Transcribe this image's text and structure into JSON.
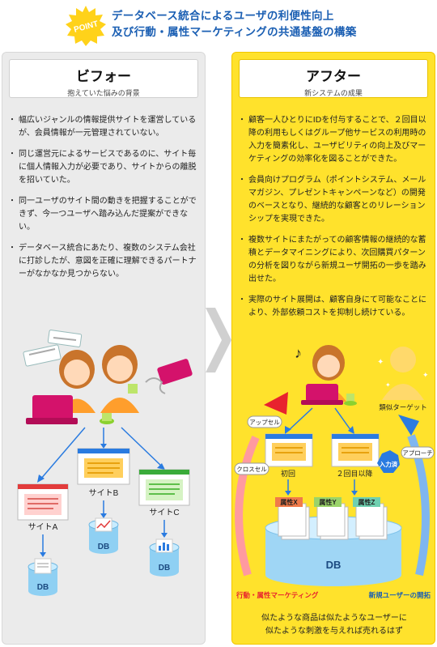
{
  "header": {
    "badge": "POINT",
    "title_line1": "データベース統合によるユーザの利便性向上",
    "title_line2": "及び行動・属性マーケティングの共通基盤の構築"
  },
  "before": {
    "title": "ビフォー",
    "subtitle": "抱えていた悩みの背景",
    "bullets": [
      "幅広いジャンルの情報提供サイトを運営しているが、会員情報が一元管理されていない。",
      "同じ運営元によるサービスであるのに、サイト毎に個人情報入力が必要であり、サイトからの離脱を招いていた。",
      "同一ユーザのサイト間の動きを把握することができず、今一つユーザへ踏み込んだ提案ができない。",
      "データベース統合にあたり、複数のシステム会社に打診したが、意図を正確に理解できるパートナーがなかなか見つからない。"
    ],
    "diagram": {
      "site_a": "サイトA",
      "site_b": "サイトB",
      "site_c": "サイトC",
      "db": "DB"
    }
  },
  "after": {
    "title": "アフター",
    "subtitle": "新システムの成果",
    "bullets": [
      "顧客一人ひとりにIDを付与することで、２回目以降の利用もしくはグループ他サービスの利用時の入力を簡素化し、ユーザビリティの向上及びマーケティングの効率化を図ることができた。",
      "会員向けプログラム（ポイントシステム、メールマガジン、プレゼントキャンペーンなど）の開発のベースとなり、継続的な顧客とのリレーションシップを実現できた。",
      "複数サイトにまたがっての顧客情報の継続的な蓄積とデータマイニングにより、次回購買パターンの分析を図りながら新規ユーザ開拓の一歩を踏み出せた。",
      "実際のサイト展開は、顧客自身にて可能なことにより、外部依頼コストを抑制し続けている。"
    ],
    "diagram": {
      "upsell": "アップセル",
      "cross_sell": "クロスセル",
      "approach": "アプローチ",
      "similar_target": "類似ターゲット",
      "first_time": "初回",
      "second_time": "２回目以降",
      "input_done": "入力済",
      "attr_x": "属性X",
      "attr_y": "属性Y",
      "attr_z": "属性Z",
      "db": "DB",
      "behavior_marketing": "行動・属性マーケティング",
      "new_user_dev": "新規ユーザーの開拓"
    },
    "caption_line1": "似たような商品は似たようなユーザーに",
    "caption_line2": "似たような刺激を与えれば売れるはず"
  },
  "colors": {
    "accent_blue": "#1b5fb3",
    "after_bg": "#ffe22c",
    "before_bg": "#ebebeb",
    "arrow_red": "#e8232e",
    "arrow_blue": "#2a7be0"
  }
}
